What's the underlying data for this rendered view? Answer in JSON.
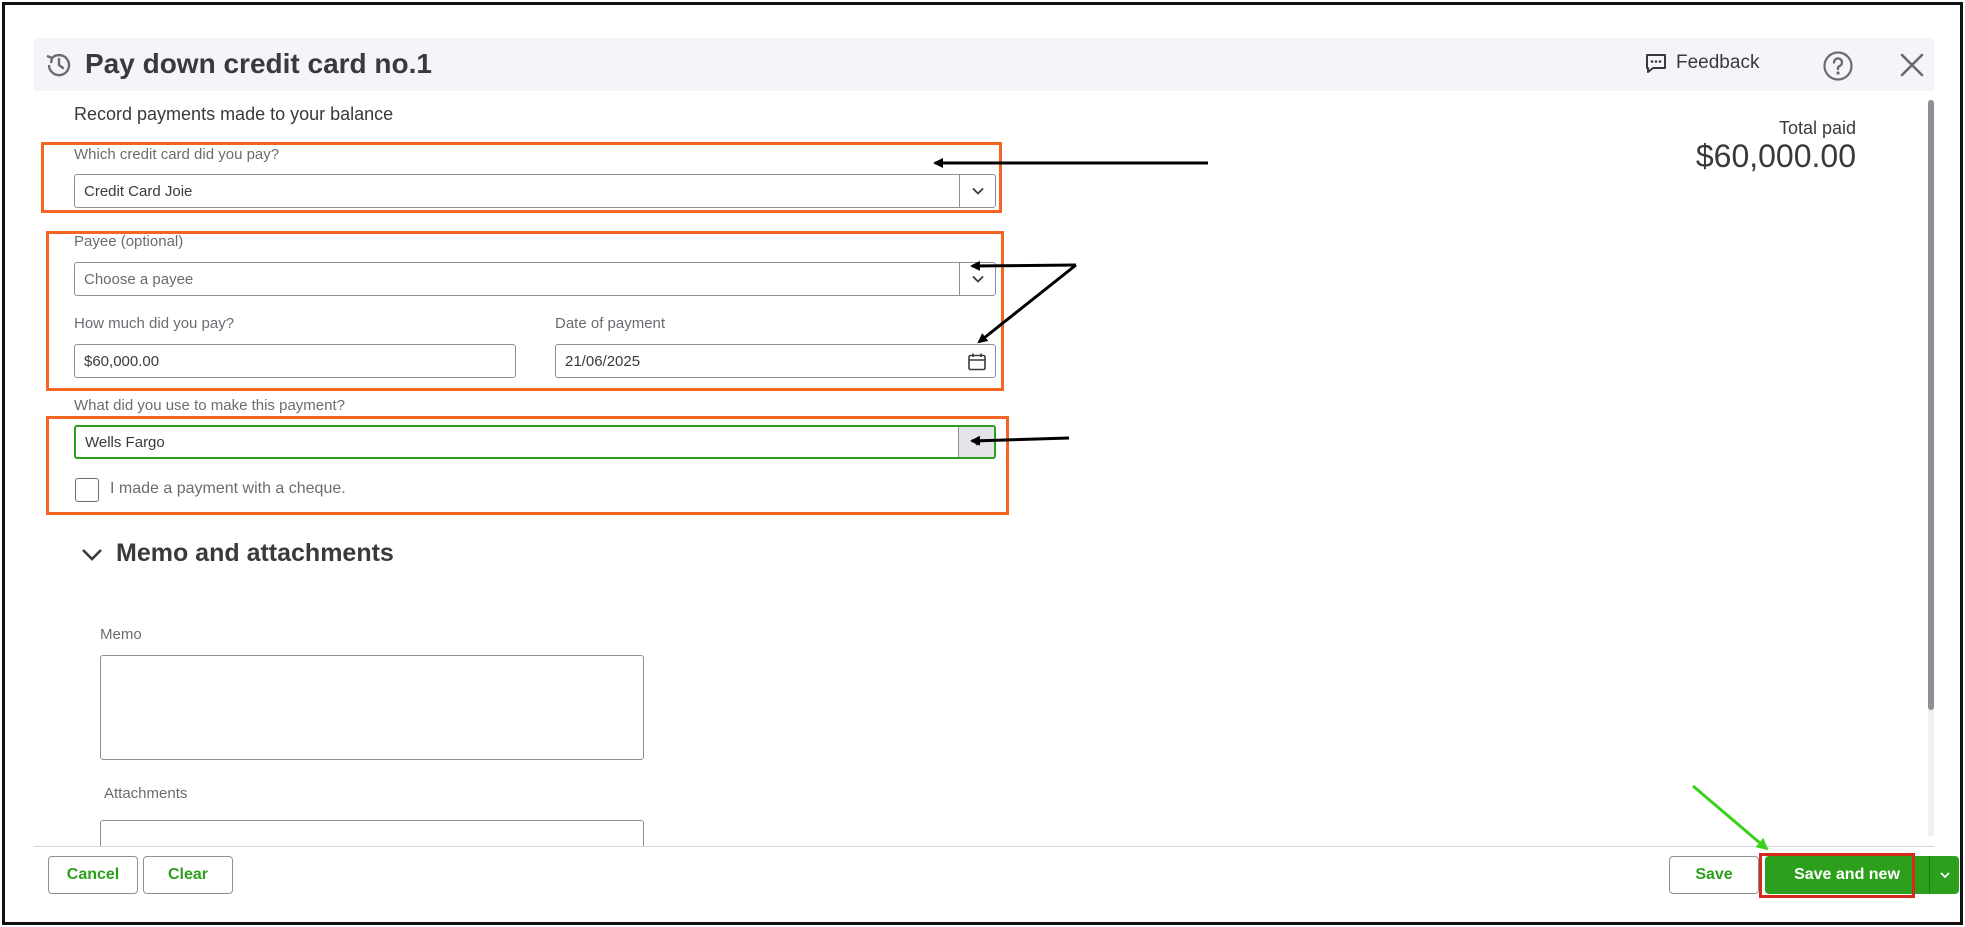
{
  "header": {
    "title": "Pay down credit card no.1",
    "feedback_label": "Feedback"
  },
  "form": {
    "subtitle": "Record payments made to your balance",
    "total_label": "Total paid",
    "total_value": "$60,000.00",
    "credit_card": {
      "label": "Which credit card did you pay?",
      "value": "Credit Card Joie"
    },
    "payee": {
      "label": "Payee (optional)",
      "placeholder": "Choose a payee"
    },
    "amount": {
      "label": "How much did you pay?",
      "value": "$60,000.00"
    },
    "date": {
      "label": "Date of payment",
      "value": "21/06/2025"
    },
    "account": {
      "label": "What did you use to make this payment?",
      "value": "Wells Fargo"
    },
    "cheque_label": "I made a payment with a cheque.",
    "memo_section": "Memo and attachments",
    "memo_label": "Memo",
    "attachments_label": "Attachments"
  },
  "footer": {
    "cancel_label": "Cancel",
    "clear_label": "Clear",
    "save_label": "Save",
    "save_new_label": "Save and new"
  },
  "colors": {
    "accent_green": "#2ca01c",
    "annotation_orange": "#f26522",
    "annotation_red": "#d52b1e",
    "arrow_green": "#39d21a",
    "arrow_black": "#000000"
  }
}
